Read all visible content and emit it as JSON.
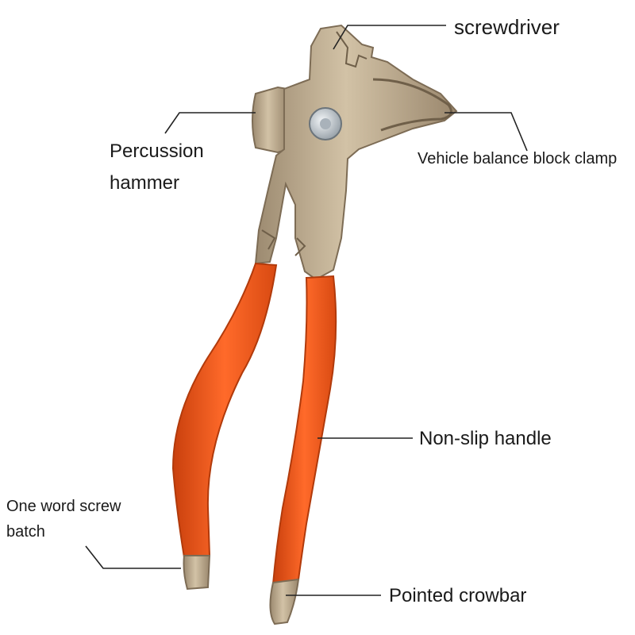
{
  "labels": {
    "screwdriver": "screwdriver",
    "percussion_hammer_1": "Percussion",
    "percussion_hammer_2": "hammer",
    "balance_clamp": "Vehicle balance block clamp",
    "non_slip_handle": "Non-slip handle",
    "screw_batch_1": "One word screw",
    "screw_batch_2": "batch",
    "pointed_crowbar": "Pointed crowbar"
  },
  "colors": {
    "metal": "#b9a58a",
    "metal_dark": "#8c7a62",
    "handle": "#f45a1e",
    "handle_dark": "#c8410f",
    "leader": "#222222",
    "bolt": "#cfd6dc"
  }
}
